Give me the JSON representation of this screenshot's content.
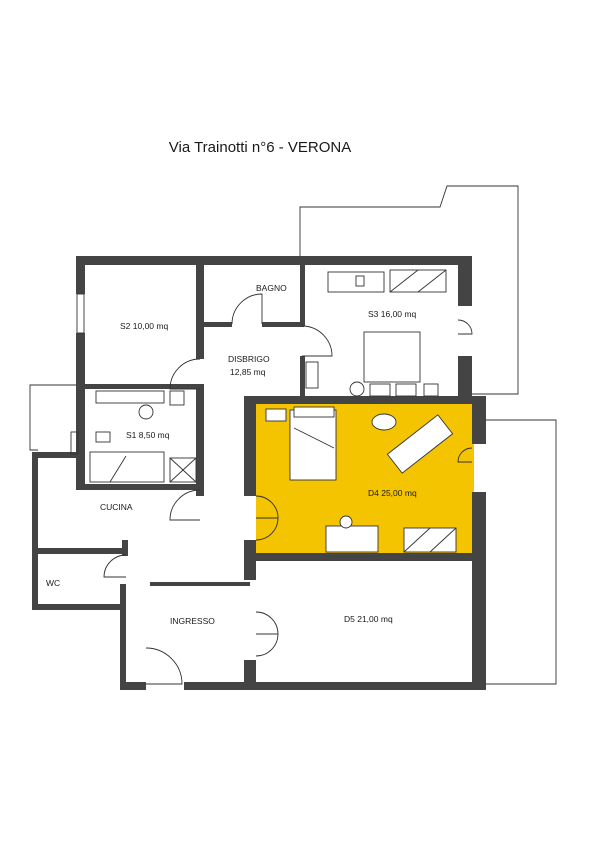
{
  "title": "Via Trainotti n°6 - VERONA",
  "highlight_color": "#f4c400",
  "wall_color": "#444444",
  "rooms": {
    "bagno": "BAGNO",
    "s3": "S3  16,00 mq",
    "s2": "S2 10,00 mq",
    "disbrigo_name": "DISBRIGO",
    "disbrigo_area": "12,85 mq",
    "s1": "S1 8,50 mq",
    "d4": "D4  25,00 mq",
    "cucina": "CUCINA",
    "wc": "WC",
    "ingresso": "INGRESSO",
    "d5": "D5  21,00 mq"
  }
}
